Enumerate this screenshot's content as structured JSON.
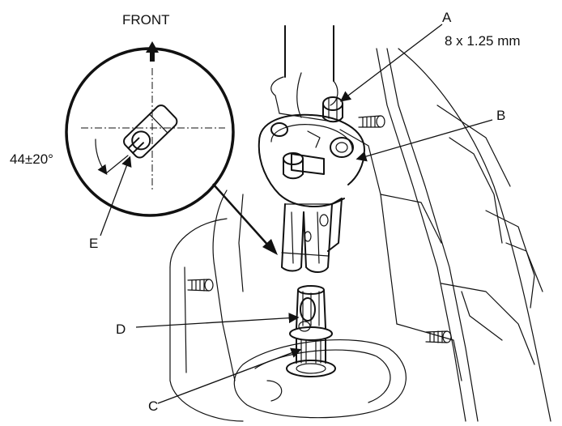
{
  "labels": {
    "front": "FRONT",
    "a": "A",
    "a_spec": "8 x 1.25 mm",
    "b": "B",
    "c": "C",
    "d": "D",
    "e": "E",
    "angle": "44±20°"
  },
  "icons": {
    "front_arrow": "up-arrow-icon",
    "detail_arrow": "diagonal-arrow-icon"
  },
  "colors": {
    "ink": "#111111",
    "paper": "#ffffff"
  }
}
